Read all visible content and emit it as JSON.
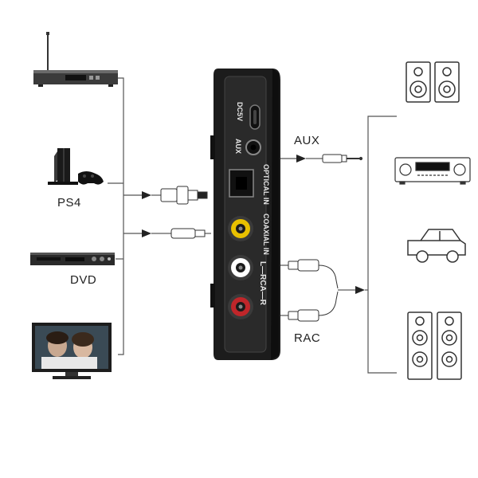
{
  "sources": {
    "ps4_label": "PS4",
    "dvd_label": "DVD"
  },
  "outputs": {
    "aux_label": "AUX",
    "rca_label": "RAC"
  },
  "device_panel": {
    "dc_label": "DC5V",
    "aux_port_label": "AUX",
    "optical_label": "OPTICAL IN",
    "coaxial_label": "COAXIAL IN",
    "rca_port_label": "L—RCA—R"
  },
  "colors": {
    "line": "#555555",
    "device_body": "#1c1c1c",
    "coaxial_jack": "#e8c000",
    "rca_right_jack": "#ffffff",
    "rca_left_jack": "#c0262a"
  },
  "icons": [
    "set-top-box-icon",
    "ps4-console-icon",
    "dvd-player-icon",
    "tv-icon",
    "bookshelf-speakers-icon",
    "av-receiver-icon",
    "car-icon",
    "floor-speakers-icon"
  ]
}
